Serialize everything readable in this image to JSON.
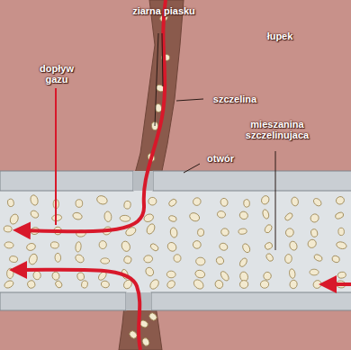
{
  "diagram": {
    "labels": [
      "ziarna piasku",
      "łupek",
      "szczelina",
      "dopływ gazu",
      "mieszanina szczelinujaca",
      "otwór"
    ]
  }
}
